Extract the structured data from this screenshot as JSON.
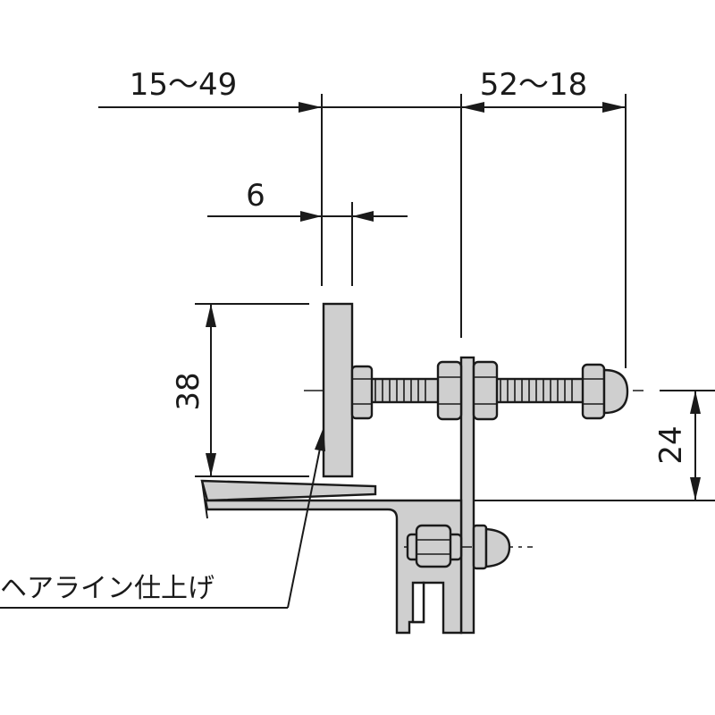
{
  "dimensions": {
    "overall_left": "15〜49",
    "overall_right": "52〜18",
    "plate_thickness": "6",
    "plate_height": "38",
    "bolt_height": "24"
  },
  "note": {
    "finish": "ヘアライン仕上げ"
  },
  "colors": {
    "line": "#1a1a1a",
    "part_fill": "#cfcfcf",
    "background": "#ffffff"
  }
}
